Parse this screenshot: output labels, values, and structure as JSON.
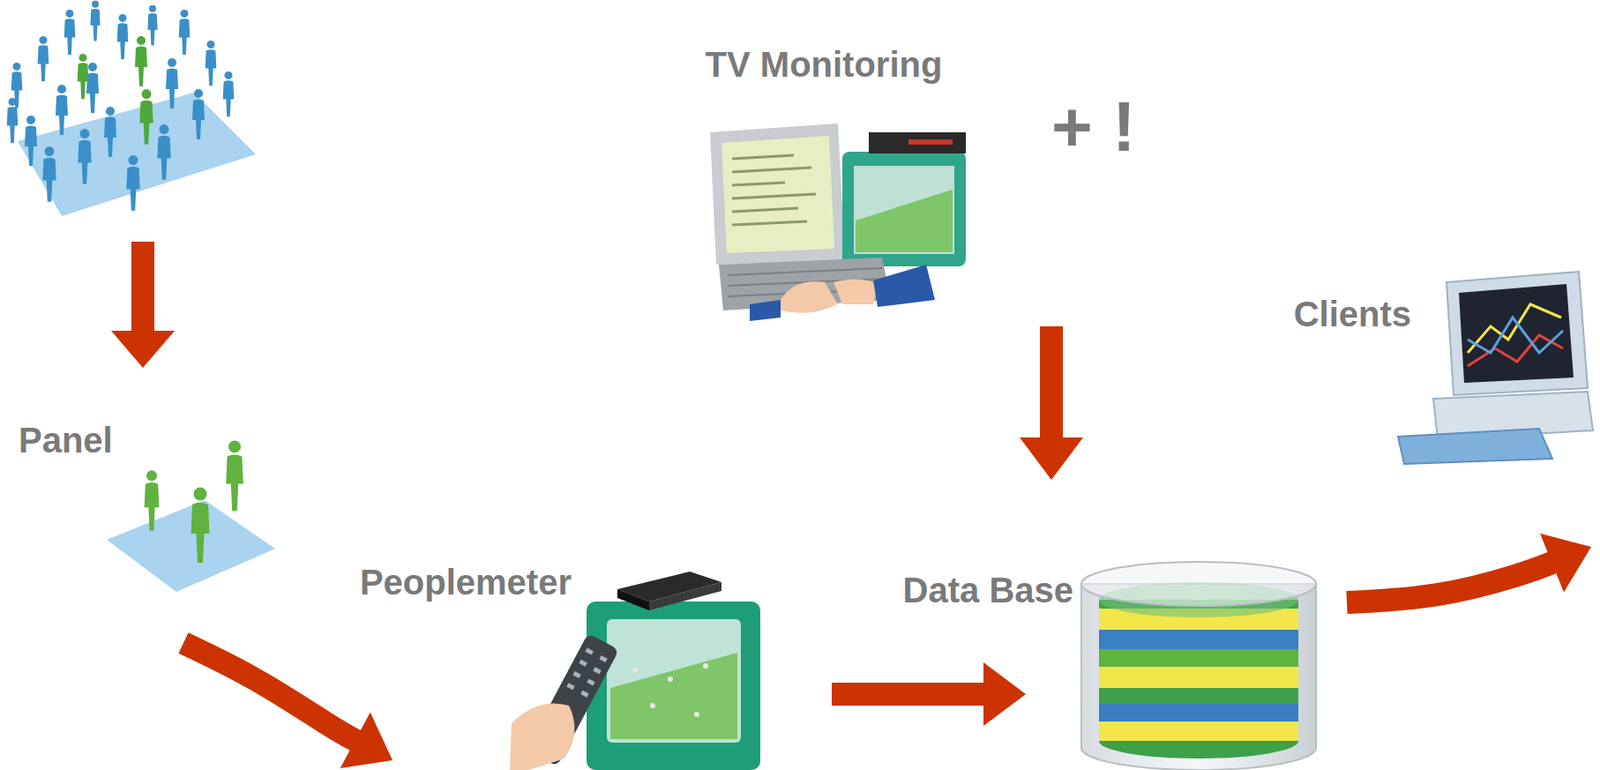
{
  "diagram": {
    "nodes": [
      {
        "text": [
          "Panel"
        ]
      },
      {
        "text": [
          "Peoplemeter"
        ]
      },
      {
        "text": [
          "Data Base"
        ]
      },
      {
        "text": [
          "TV Monitoring"
        ]
      },
      {
        "text": [
          "Clients"
        ]
      }
    ],
    "edges": [
      {
        "from": 0,
        "to": 1,
        "arrow": "to"
      },
      {
        "from": 1,
        "to": 2,
        "arrow": "to"
      },
      {
        "from": 3,
        "to": 2,
        "arrow": "to"
      },
      {
        "from": 2,
        "to": 4,
        "arrow": "to"
      }
    ],
    "labels": [
      "+ !"
    ]
  }
}
